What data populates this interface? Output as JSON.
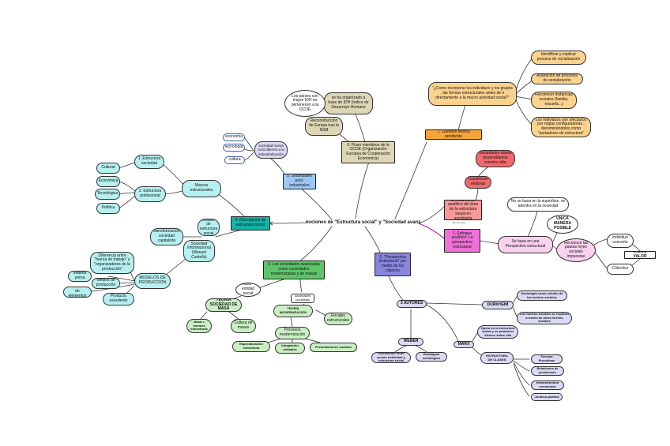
{
  "center": "Las nociones de \"Estructura social\" y \"Sociedad avanzada\"",
  "nodes": {
    "n1_enfoque": "1. Enfoque analítico: La perspectiva estructural",
    "n1_base": "Se basa en una Perspectiva estructural",
    "n1_nobase": "No se basa en la superficie, se adentra en la sociedad",
    "n1_unica": "ÚNICA MANERA POSIBLE",
    "n1_reconoce": "Reconoce las pautas leyes sociales impuestas",
    "n1_individuo": "individuo concreto",
    "n1_mismo": "MISMO VALOR",
    "n1_colectivo": "Colectivo",
    "n2_perspectiva": "2. \"Perspectiva Estructural\" por medio de los clásicos",
    "n2_autores": "3 AUTORES",
    "n2_durkheim": "DURKHEIM",
    "n2_dk1": "Sociología como estudio de los hechos sociales",
    "n2_dk2": "Los hechos sociales se explican a través de otros hechos sociales",
    "n2_weber": "WEBER",
    "n2_wb1": "Vinculación entre acción individual y estructura social",
    "n2_wb2": "Paradigma sociológico",
    "n2_marx": "MARX",
    "n2_mx1": "Opera en la estructura social y se producen efectos sobre ella",
    "n2_mx2": "ESTRUCTURA DE CLASES",
    "n2_mx3": "Fuerzas Procutivas",
    "n2_mx4": "Relaciones de producción",
    "n2_mx5": "Infraestructura económica",
    "n2_mx6": "Jurídico-política",
    "n3_sociedades": "3. Las sociedades avanzadas como sociedades modernizadas y de masas",
    "n3_masa": "Masa = entidad social",
    "n3_teoria_masa": "TEORÍA SOCIEDAD DE MASA",
    "n3_masa_inerme": "Masa = inermes estructuras",
    "n3_cultura": "Cultura de masas",
    "n3_sociedades_complejas": "sociedades complejas",
    "n3_teoria_mod": "TEORÍA MODERNIZACIÓN",
    "n3_encajes": "Encajes estructurales",
    "n3_procesos": "Procesos modernización",
    "n3_especializacion": "Especialización estructural",
    "n3_integracion": "Integración unidades",
    "n3_perturbaciones": "Perturbaciones sociales",
    "n4_descripcion": "4. Descripción de estructura social",
    "n4_marcos": "Marcos estructurales",
    "n4_estructura_sociedad": "1. Estructura sociedad",
    "n4_estructura_poblacional": "2. Estructura poblacional",
    "n4_cultural": "Cultural",
    "n4_economica": "Económica",
    "n4_tecnologica": "Tecnológica",
    "n4_politica": "Política",
    "n4_modelo": "Modelo de estructura social",
    "n4_transformacion": "transformación sociedad capitalista",
    "n4_informacional": "Sociedad informacional (Manuel Castells)",
    "n4_modelos_produccion": "MODELOS DE PRODUCCIÓN",
    "n4_diferencia": "Diferencia entre \"fuerza de trabajo\" y \"organizadores de la producción\"",
    "n4_materia": "Materia prima",
    "n4_medios": "Medios de producción",
    "n4_combinacion": "Combinación de elementos",
    "n4_producto": "Producto excedente",
    "n5_post": "5. Sociedades post-industriales",
    "n5_nueva": "sociedad nueva mott diferent a la industrialización",
    "n5_economia": "economía",
    "n5_tecnologia": "tecnología",
    "n5_cultura": "cultura",
    "n6_paises": "6. Pises miembros de la OCDE (Organización Europea de Cooperación Económica)",
    "n6_idh": "se ha organizado a base de IDH (índice de Desarroyo Humano",
    "n6_menor": "Los países con mayor IDH no pertenecen a la OCDE",
    "n6_reconstruccion": "Reconstrucción de Europa tras la IIGM",
    "n7_cuestion": "7. Cuestión teórica pendiente",
    "n7_pregunta": "\"¿Como incorporar los individuos y los grupos , las formas estructurales antes de ir directamente a la macro actividad social?\"",
    "n7_identificar": "Identificar y explicar proceso de socialización",
    "n7_aclaracion": "Aclaración de procesos de socialización",
    "n7_reconocer": "Reconocer instancias sociales (familia, escuela...)",
    "n7_individuos": "Los individuos son afectados por reglas configuradoras , denominándolos como \"portadores de estructura\"",
    "e_enfoque": "Enfocamiento analítico del área de la estructura social en sociología",
    "e_cuestiones": "Cuestiones relativas",
    "e_sociedades": "Sociedades donde desarrollamos nuestra vida",
    "e_tiny": "Escriba algo"
  },
  "colors": {
    "cyan": "#b6f0f0",
    "teal": "#12b3a8",
    "pink": "#f9d2f0",
    "magenta": "#f070d8",
    "red": "#f06a6e",
    "orange": "#f5a43a",
    "peach": "#fbd28e",
    "tan": "#ddd7b6",
    "blue": "#9dc8f3",
    "lavender": "#dad9f6",
    "violet": "#8b85e0",
    "green": "#5ec46a",
    "light_green": "#c9efc3"
  }
}
